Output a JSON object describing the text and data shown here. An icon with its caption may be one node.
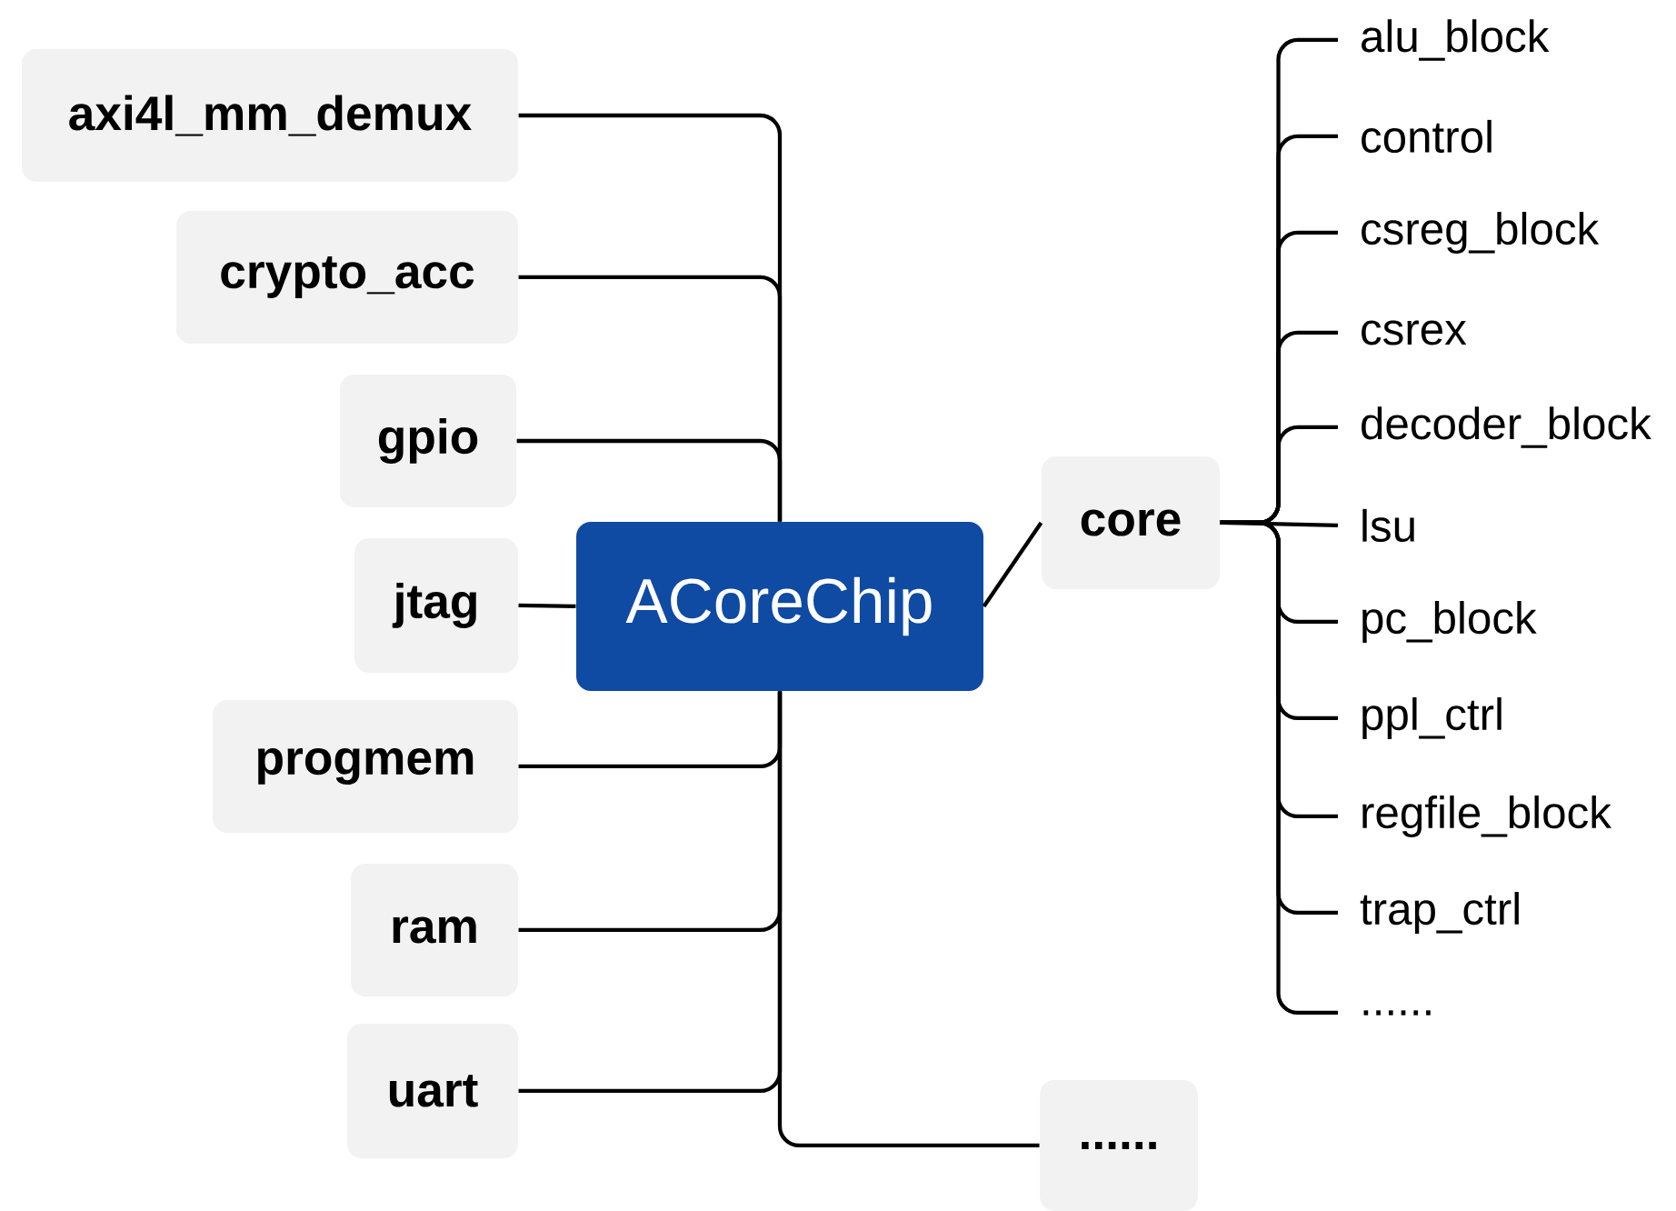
{
  "diagram": {
    "nodes": [
      {
        "text": [
          "ACoreChip"
        ]
      },
      {
        "text": [
          "axi4l_mm_demux"
        ]
      },
      {
        "text": [
          "crypto_acc"
        ]
      },
      {
        "text": [
          "gpio"
        ]
      },
      {
        "text": [
          "jtag"
        ]
      },
      {
        "text": [
          "progmem"
        ]
      },
      {
        "text": [
          "ram"
        ]
      },
      {
        "text": [
          "uart"
        ]
      },
      {
        "text": [
          "core"
        ]
      },
      {
        "text": [
          "......"
        ]
      },
      {
        "text": [
          "alu_block"
        ]
      },
      {
        "text": [
          "control"
        ]
      },
      {
        "text": [
          "csreg_block"
        ]
      },
      {
        "text": [
          "csrex"
        ]
      },
      {
        "text": [
          "decoder_block"
        ]
      },
      {
        "text": [
          "lsu"
        ]
      },
      {
        "text": [
          "pc_block"
        ]
      },
      {
        "text": [
          "ppl_ctrl"
        ]
      },
      {
        "text": [
          "regfile_block"
        ]
      },
      {
        "text": [
          "trap_ctrl"
        ]
      },
      {
        "text": [
          "......"
        ]
      }
    ],
    "edges": [
      {
        "from": 0,
        "to": 1,
        "arrow": "none"
      },
      {
        "from": 0,
        "to": 2,
        "arrow": "none"
      },
      {
        "from": 0,
        "to": 3,
        "arrow": "none"
      },
      {
        "from": 0,
        "to": 4,
        "arrow": "none"
      },
      {
        "from": 0,
        "to": 5,
        "arrow": "none"
      },
      {
        "from": 0,
        "to": 6,
        "arrow": "none"
      },
      {
        "from": 0,
        "to": 7,
        "arrow": "none"
      },
      {
        "from": 0,
        "to": 8,
        "arrow": "none"
      },
      {
        "from": 0,
        "to": 9,
        "arrow": "none"
      },
      {
        "from": 8,
        "to": 10,
        "arrow": "none"
      },
      {
        "from": 8,
        "to": 11,
        "arrow": "none"
      },
      {
        "from": 8,
        "to": 12,
        "arrow": "none"
      },
      {
        "from": 8,
        "to": 13,
        "arrow": "none"
      },
      {
        "from": 8,
        "to": 14,
        "arrow": "none"
      },
      {
        "from": 8,
        "to": 15,
        "arrow": "none"
      },
      {
        "from": 8,
        "to": 16,
        "arrow": "none"
      },
      {
        "from": 8,
        "to": 17,
        "arrow": "none"
      },
      {
        "from": 8,
        "to": 18,
        "arrow": "none"
      },
      {
        "from": 8,
        "to": 19,
        "arrow": "none"
      },
      {
        "from": 8,
        "to": 20,
        "arrow": "none"
      }
    ]
  }
}
